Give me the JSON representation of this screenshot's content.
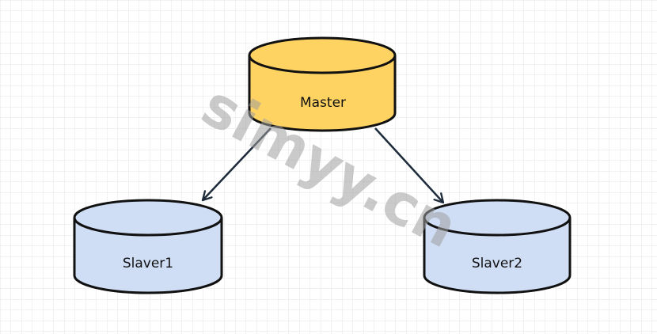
{
  "diagram": {
    "nodes": {
      "master": {
        "label": "Master",
        "fill": "#ffd362"
      },
      "slave1": {
        "label": "Slaver1",
        "fill": "#cfdef5"
      },
      "slave2": {
        "label": "Slaver2",
        "fill": "#cfdef5"
      }
    },
    "edges": [
      {
        "from": "Master",
        "to": "Slaver1"
      },
      {
        "from": "Master",
        "to": "Slaver2"
      }
    ],
    "colors": {
      "stroke": "#111111",
      "arrow": "#1d2b3a",
      "grid": "#e6e6e6",
      "background": "#ffffff"
    }
  },
  "watermark": {
    "text": "simyy.cn"
  }
}
